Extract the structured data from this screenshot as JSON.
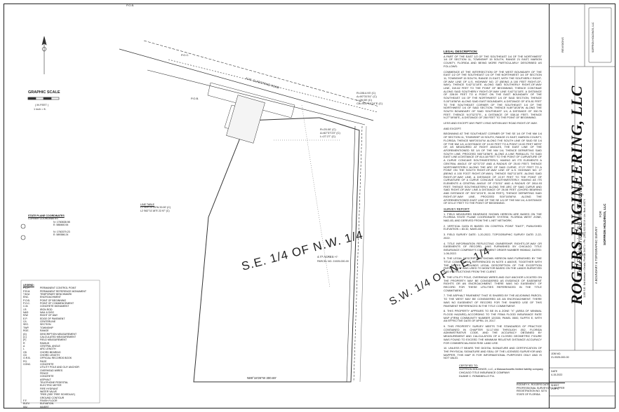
{
  "plan": {
    "graphic_scale_title": "GRAPHIC SCALE",
    "graphic_scale_units": "( IN FEET )",
    "graphic_scale_ratio": "1 inch = ft.",
    "pob_top": "P.O.B.",
    "pob_label": "P.O.B.",
    "poc_label": "P.O.C.",
    "road_label": "N.W. GLADSTONE ROAD",
    "parcel_area": "4.77 ACRES +/-",
    "parcel_id": "PARCEL NO. 21925-000-00",
    "quarter_nw": "S.E. 1/4 OF N.W. 1/4",
    "quarter_ne": "S.W. 1/4 OF N.E. 1/4",
    "curve_r": "R=2814.93' (C)",
    "curve_l": "L=26.08' (C)",
    "curve_d": "Δ=00°31'51\" (C)",
    "curve_cb": "CB=S01°10'24\"E (C)",
    "curve2_r": "R=25.00' (C)",
    "curve2_d": "Δ=62°37'23\" (C)",
    "curve2_l": "L=27.27' (C)",
    "bearing_south": "N89°18'26\"W 300.69'",
    "line_table_title": "LINE TABLE",
    "line_table": [
      "L1  N09°20'16\"W 20.00' (C)",
      "L2  S62°11'18\"E 22.97' (C)"
    ],
    "coord_title": "STATE PLANE COORDINATES",
    "coord_header": "CORNER      COORDINATES",
    "coords": [
      "N: 1760638.98",
      "E: 588460.54",
      "N: 1760379.23",
      "E: 589386.24"
    ]
  },
  "legend": {
    "title": "LEGEND:",
    "items": [
      [
        "P.C.P.",
        "PERMANENT CONTROL POINT"
      ],
      [
        "P.R.M.",
        "PERMANENT REFERENCE MONUMENT"
      ],
      [
        "T.B.M.",
        "TEMPORARY BENCHMARK"
      ],
      [
        "ENC.",
        "ENCROACHMENT"
      ],
      [
        "P.O.B.",
        "POINT OF BEGINNING"
      ],
      [
        "P.O.C.",
        "POINT OF COMMENCEMENT"
      ],
      [
        "C.M.",
        "CONCRETE MONUMENT"
      ],
      [
        "I.R.",
        "IRON ROD"
      ],
      [
        "N&D",
        "NAIL & DISC"
      ],
      [
        "R/W",
        "RIGHT OF WAY"
      ],
      [
        "E.P.",
        "EDGE OF PAVEMENT"
      ],
      [
        "C/L",
        "CENTERLINE"
      ],
      [
        "SEC.",
        "SECTION"
      ],
      [
        "TWP.",
        "TOWNSHIP"
      ],
      [
        "RGE.",
        "RANGE"
      ],
      [
        "(D)",
        "DESCRIPTION MEASUREMENT"
      ],
      [
        "(C)",
        "CALCULATED MEASUREMENT"
      ],
      [
        "(F)",
        "FIELD MEASUREMENT"
      ],
      [
        "R",
        "RADIUS"
      ],
      [
        "Δ",
        "CENTRAL ANGLE"
      ],
      [
        "L",
        "ARC LENGTH"
      ],
      [
        "CB",
        "CHORD BEARING"
      ],
      [
        "CD",
        "CHORD LENGTH"
      ],
      [
        "O.R.B.",
        "OFFICIAL RECORDS BOOK"
      ],
      [
        "PG.",
        "PAGE"
      ],
      [
        "CONC.",
        "CONCRETE"
      ],
      [
        "",
        "UTILITY POLE AND GUY ANCHOR"
      ],
      [
        "",
        "OVERHEAD WIRES"
      ],
      [
        "",
        "FENCE"
      ],
      [
        "",
        "CONCRETE"
      ],
      [
        "",
        "ASPHALT"
      ],
      [
        "",
        "TELEPHONE PEDESTAL"
      ],
      [
        "",
        "ELECTRIC METER"
      ],
      [
        "",
        "FIRE HYDRANT"
      ],
      [
        "",
        "WATER VALVE"
      ],
      [
        "",
        "TREE (SEE TREE SCHEDULE)"
      ],
      [
        "",
        "GROUND CONTOUR"
      ],
      [
        "F.F.",
        "FINISH FLOOR"
      ],
      [
        "ELEV.",
        "ELEVATION"
      ],
      [
        "INV.",
        "INVERT"
      ]
    ]
  },
  "legal": {
    "heading": "LEGAL DESCRIPTION:",
    "para1": "A PART OF THE EAST 1/2 OF THE SOUTHEAST 1/4 OF THE NORTHWEST 1/4 OF SECTION 11, TOWNSHIP 15 SOUTH, RANGE 21 EAST, MARION COUNTY, FLORIDA AND BEING MORE PARTICULARLY DESCRIBED AS FOLLOWS:",
    "para2": "COMMENCE AT THE INTERSECTION OF THE WEST BOUNDARY OF THE EAST 1/2 OF THE SOUTHEAST 1/4 OF THE NORTHWEST 1/4 OF SECTION 11, TOWNSHIP 15 SOUTH, RANGE 21 EAST, WITH THE SOUTHERLY RIGHT-OF-WAY LINE OF U.S. HIGHWAY NO. 27 (BEING A 100 FEET RIGHT-OF-WAY); THENCE S.62°11'18\"E. ALONG SAID SOUTHERLY RIGHT-OF-WAY LINE, 319.82 FEET TO THE POINT OF BEGINNING; THENCE CONTINUE ALONG SAID SOUTHERLY RIGHT-OF-WAY LINE S.62°11'18\"E. A DISTANCE OF 228.09 FEET TO A POINT ON THE EAST BOUNDARY OF THE SOUTHEAST 1/4 OF THE NORTHWEST 1/4 OF SAID SECTION; THENCE S.00°16'56\"W. ALONG SAID EAST BOUNDARY, A DISTANCE OF 874.81 FEET TO THE SOUTHEAST CORNER OF THE SOUTHEAST 1/4 OF THE NORTHWEST 1/4 OF SAID SECTION; THENCE N.89°18'26\"W. ALONG THE SOUTH BOUNDARY OF SAID SOUTHEAST 1/4, A DISTANCE OF 330.76 FEET; THENCE N.0°32'37\"E., A DISTANCE OF 538.18 FEET; THENCE N.27°49'08\"E., A DISTANCE OF 250 FEET TO THE POINT OF BEGINNING.",
    "para3": "LESS AND EXCEPT ANY PART LYING WITHIN ANY ROAD RIGHT-OF-WAY.",
    "para4": "AND EXCEPT:",
    "para5": "BEGINNING AT THE SOUTHEAST CORNER OF THE SE 1/4 OF THE NW 1/4 OF SECTION 11, TOWNSHIP 15 SOUTH, RANGE 21 EAST, MARION COUNTY, FLORIDA; THENCE N89°26'16\"W. ALONG THE SOUTH LINE OF SAID SE 1/4 OF THE NW 1/4, A DISTANCE OF 10.00 FEET TO A POINT 10.00 FEET WEST OF, AS MEASURED AT RIGHT ANGLES, THE EAST LINE OF THE AFOREMENTIONED SE 1/4 OF THE NW 1/4; THENCE DEPARTING SAID SOUTH LINE, PROCEED N00°16'56\"E. ALONG A LINE PARALLEL TO SAID EAST LINE A DISTANCE OF 814.18 FEET TO THE POINT OF CURVATURE OF A CURVE CONCAVE SOUTHWESTERLY, HAVING AS ITS ELEMENTS A CENTRAL ANGLE OF 62°37'23\" AND A RADIUS OF 25.00 FEET; THENCE NORTHWESTERLY ALONG THE ARC OF SAID CURVE, 27.27 FEET TO A POINT ON THE SOUTH RIGHT-OF-WAY LINE OF U.S. HIGHWAY NO. 27 (BEING A 100 FOOT RIGHT-OF-WAY); THENCE S62°11'18\"E. ALONG SAID RIGHT-OF-WAY LINE, A DISTANCE OF 22.97 FEET TO THE POINT OF CURVATURE OF A CURVE CONCAVE SOUTHWESTERLY, HAVING AS ITS ELEMENTS A CENTRAL ANGLE OF 0°31'51\" AND A RADIUS OF 2814.93 FEET; THENCE SOUTHEASTERLY ALONG THE ARC OF SAID CURVE AND SAID RIGHT-OF-WAY LINE A DISTANCE OF 26.08 FEET (CHORD BEARING AND DISTANCE OF S01°10'24\"E, 26.08 FEET); THENCE DEPARTING SAID RIGHT-OF-WAY LINE, PROCEED S00°16'56\"W. ALONG THE AFOREMENTIONED EAST LINE OF THE SE 1/4 OF THE NW 1/4, A DISTANCE OF 874.47 FEET TO THE POINT OF BEGINNING.",
    "survey_report_heading": "SURVEY REPORT:",
    "notes": [
      "1. FIELD MEASURED BEARINGS SHOWN HEREON ARE BASED ON THE FLORIDA STATE PLANE COORDINATE SYSTEM, FLORIDA WEST ZONE, NAD-83, AND DERIVED FROM THE L-NET NETWORK.",
      "2. VERTICAL DATA IS BASED ON CONTROL POINT \"EAST\", PUBLISHED ELEVATION = 83.32, NAVD-88.",
      "3. FIELD SURVEY DATE: 1-20-2022, TOPOGRAPHIC SURVEY DATE: 2-22-2022.",
      "4. TITLE INFORMATION REFLECTING OWNERSHIP, RIGHTS-OF-WAY OR EASEMENTS OF RECORD, WAS FURNISHED BY CHICAGO TITLE INSURANCE COMPANY'S COMMITMENT ORDER NUMBER 9928642, DATED: 1-06-2022.",
      "5. THE LEGAL DESCRIPTION SHOWN HEREON WAS FURNISHED BY THE TITLE COMMITMENT REFERENCED IN NOTE 4 ABOVE, TOGETHER WITH THE METES & BOUNDS LEGAL DESCRIPTION OF THE EXCEPTION PARCEL THAT WAS USED TO MONITOR BASED ON THE LANDS SURVEYED AND INSTRUCTIONS FROM THE CLIENT.",
      "6. THE UTILITY POLE, OVERHEAD WIRES AND GUY ANCHOR LOCATED ON THE PROPERTY MAY BE CONSIDERED AS EVIDENCE OF EASEMENT RIGHTS OR AN ENCROACHMENT. THERE WAS NO EASEMENT OF RECORD FOR THESE UTILITIES REFERENCED IN THE TITLE COMMITMENT.",
      "7. THE ASPHALT PAVEMENT THAT IS SHARED BY THE ADJOINING PARCEL TO THE WEST MAY BE CONSIDERED AS AN ENCROACHMENT. THERE WAS NO EASEMENT OF RECORD FOR THE SHARED USE OF THIS PAVEMENT REFERENCED IN THE TITLE COMMITMENT.",
      "8. THIS PROPERTY APPEARS TO BE IN A ZONE \"X\" (AREA OF MINIMAL FLOOD HAZARD) ACCORDING TO THE FEMA FLOOD INSURANCE RATE MAP (FIRM) COMMUNITY NUMBER 120330, PANEL 0500, SUFFIX E, WITH AN EFFECTIVE DATE OF APRIL 19, 2017.",
      "9. THIS PROPERTY SURVEY MEETS THE STANDARDS OF PRACTICE CONTAINED IN CHAPTER 5J-17.050 THROUGH .052, FLORIDA ADMINISTRATIVE CODE, AND THE ACCURACY OBTAINED BY MEASUREMENT AND CALCULATION OF A CLOSED GEOMETRIC FIGURE WAS FOUND TO EXCEED THE MINIMUM RELATIVE DISTANCE ACCURACY FOR COMMERCIAL/HIGH RISK LAND USE.",
      "10. UNLESS IT BEARS THE DIGITAL SIGNATURE AND CERTIFICATION OF THE PHYSICAL SIGNATURE AND SEAL OF THE LICENSED SURVEYOR AND MAPPER, THIS MAP IS FOR INFORMATIONAL PURPOSES ONLY AND IS NOT VALID."
    ],
    "certified_heading": "CERTIFIED TO:",
    "certified": [
      "SOFFRON HOLDINGS, LLC, a Massachusetts limited liability company",
      "CHICAGO TITLE INSURANCE COMPANY",
      "DUANE C. ROMANELLO P.A."
    ],
    "surveyor": [
      "RODNEY K. ROGERS    DATE",
      "PROFESSIONAL SURVEYOR & MAPPER",
      "REGISTRATION NO. 5274",
      "STATE OF FLORIDA"
    ]
  },
  "titleblock": {
    "firm_name": "ROGERS ENGINEERING, LLC",
    "firm_sub": "Civil Engineering & Land Surveying",
    "firm_address": "1105 S.E. 3rd Avenue  •  Ocala, Florida 34471  •  Ph. (352) 622-9214  •  Lic. Bus. #4074",
    "project_title": "A BOUNDARY & TOPOGRAPHIC SURVEY",
    "project_for": "FOR",
    "client": "SOFFRON HOLDINGS, LLC",
    "client2": "SOFFRON HOLDINGS, LLC",
    "revisions": "REVISIONS",
    "job_no_label": "JOB NO.",
    "job_no": "21-9325-000-00",
    "date_label": "DATE",
    "date": "4-15-2022",
    "sheet_label": "SHEET",
    "sheet": "1 OF 1"
  },
  "colors": {
    "ink": "#222222",
    "light": "#666666",
    "paper": "#ffffff"
  }
}
